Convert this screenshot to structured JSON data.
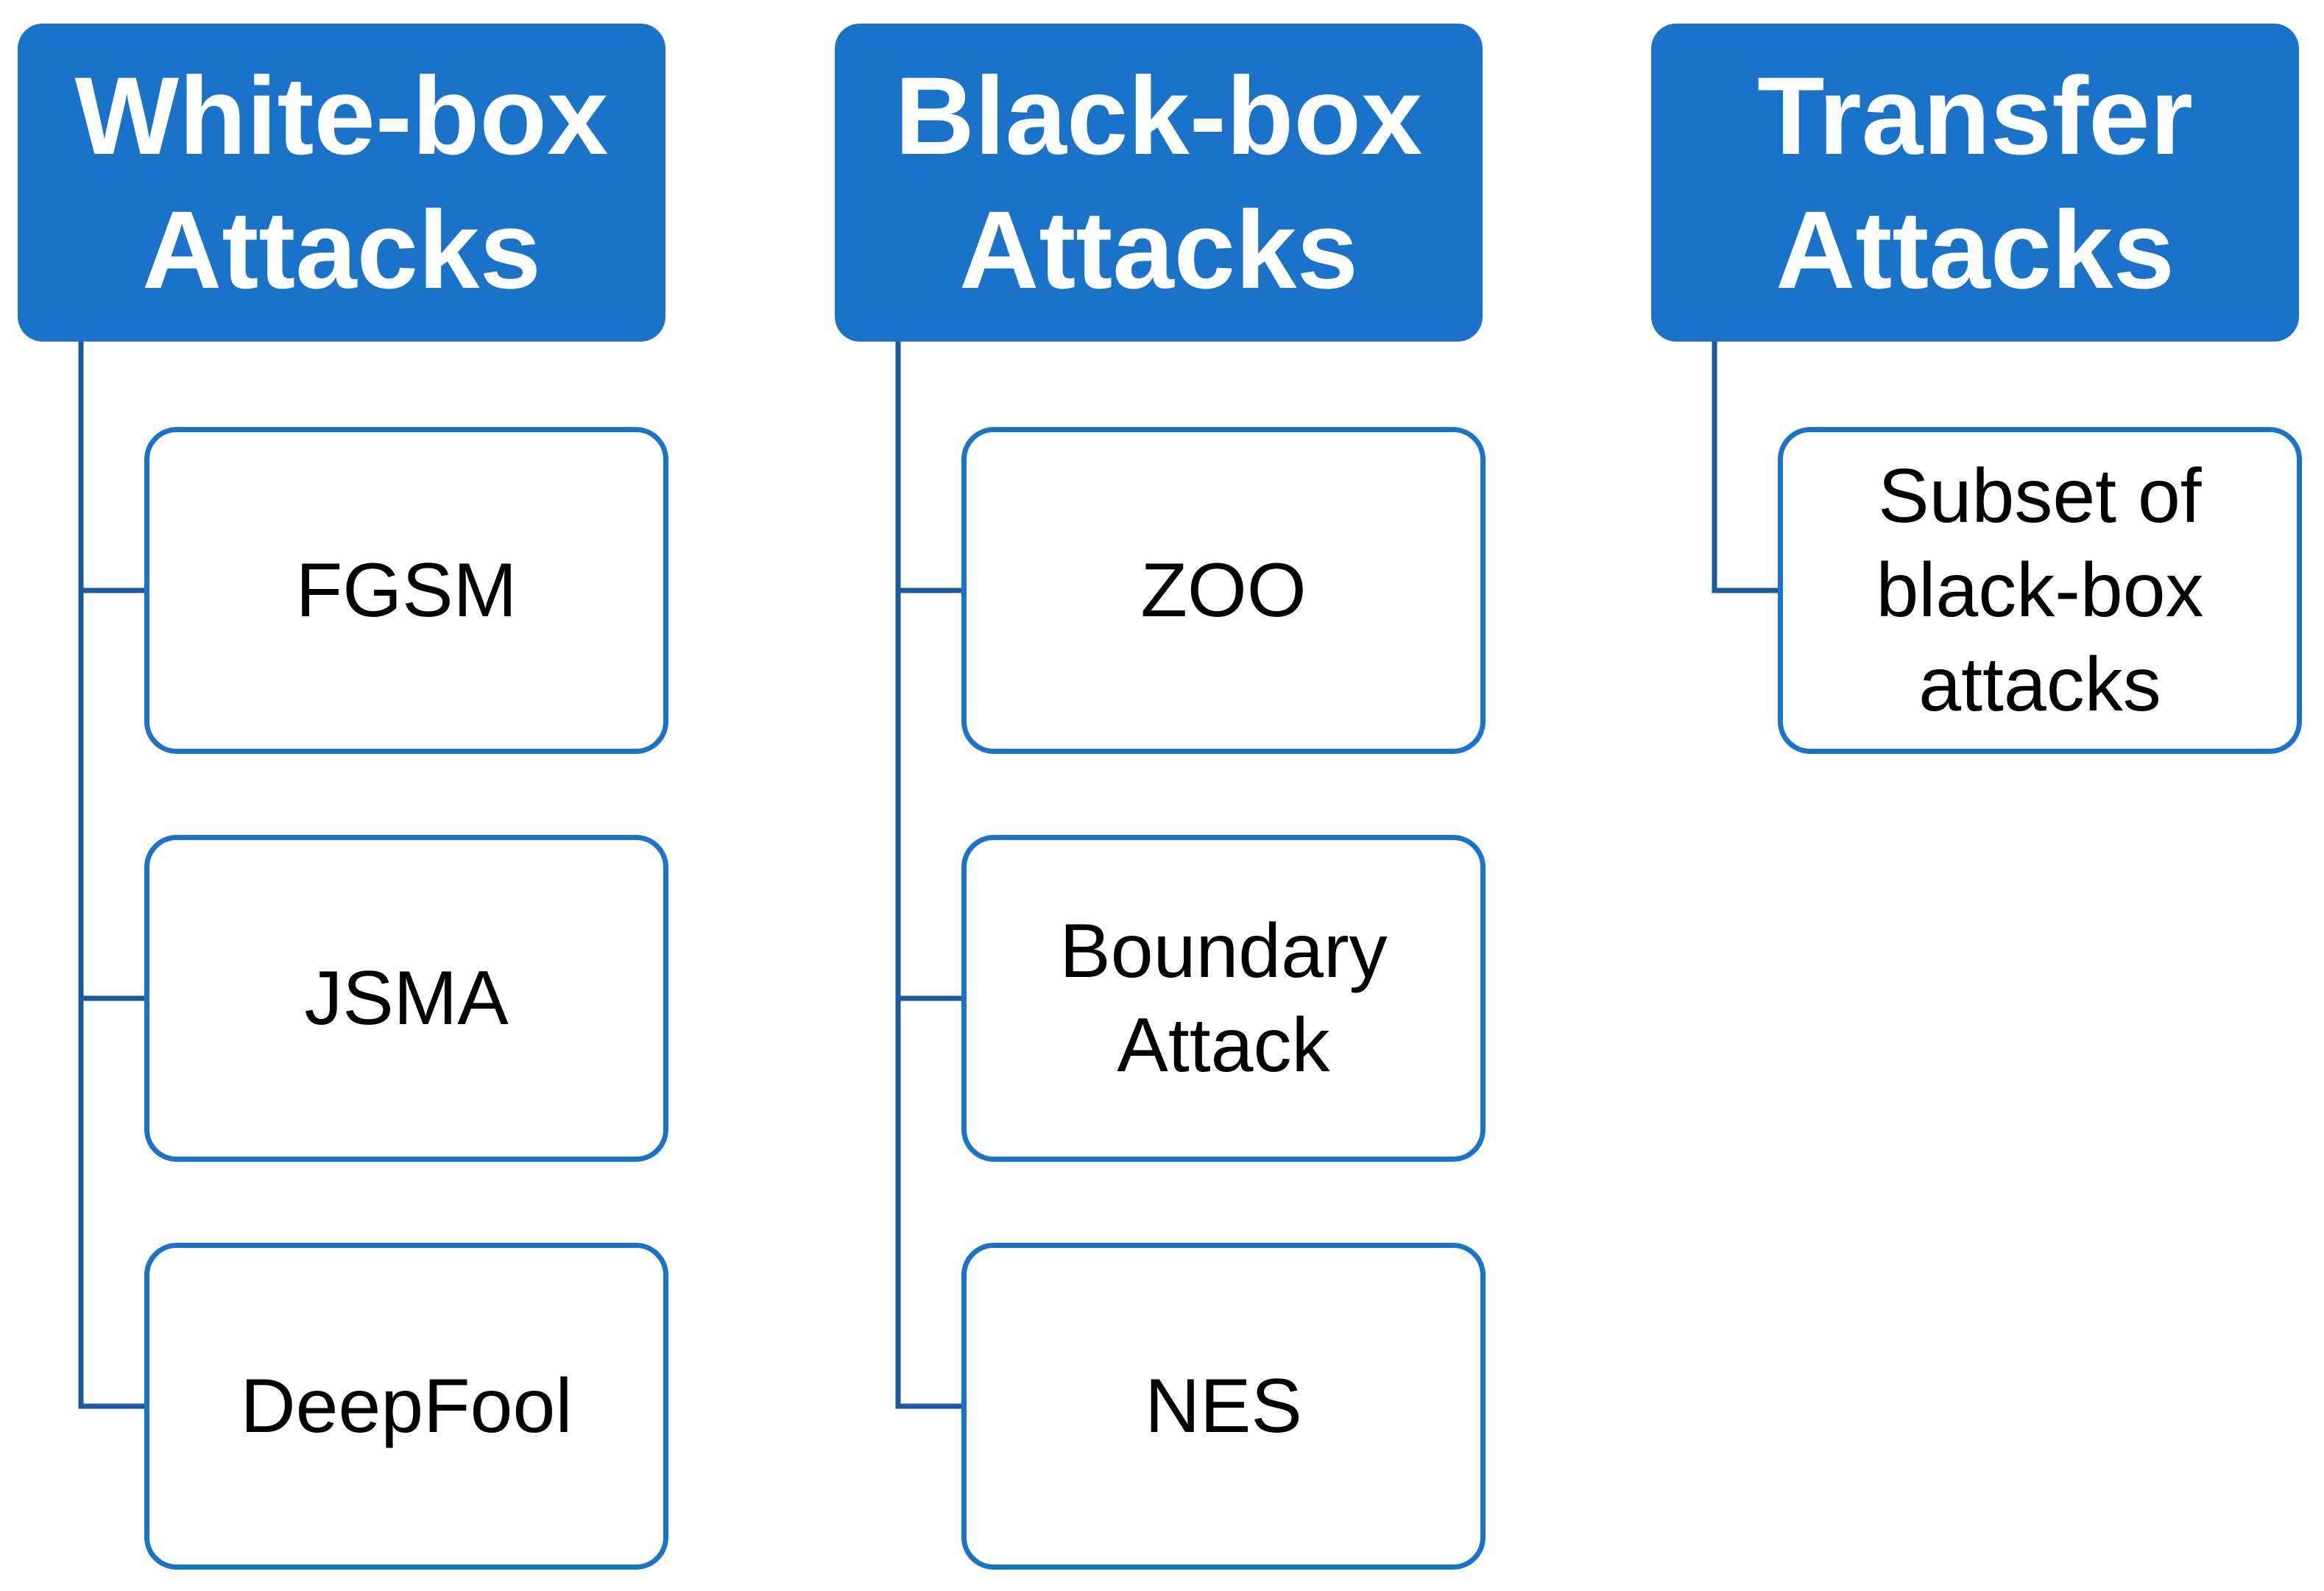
{
  "colors": {
    "header_fill": "#1a73c8",
    "box_border": "#1a73c8",
    "connector": "#1a5a9e",
    "header_text": "#ffffff",
    "box_text": "#000000"
  },
  "columns": [
    {
      "title": "White-box\nAttacks",
      "items": [
        "FGSM",
        "JSMA",
        "DeepFool"
      ]
    },
    {
      "title": "Black-box\nAttacks",
      "items": [
        "ZOO",
        "Boundary\nAttack",
        "NES"
      ]
    },
    {
      "title": "Transfer\nAttacks",
      "items": [
        "Subset of\nblack-box\nattacks"
      ]
    }
  ]
}
